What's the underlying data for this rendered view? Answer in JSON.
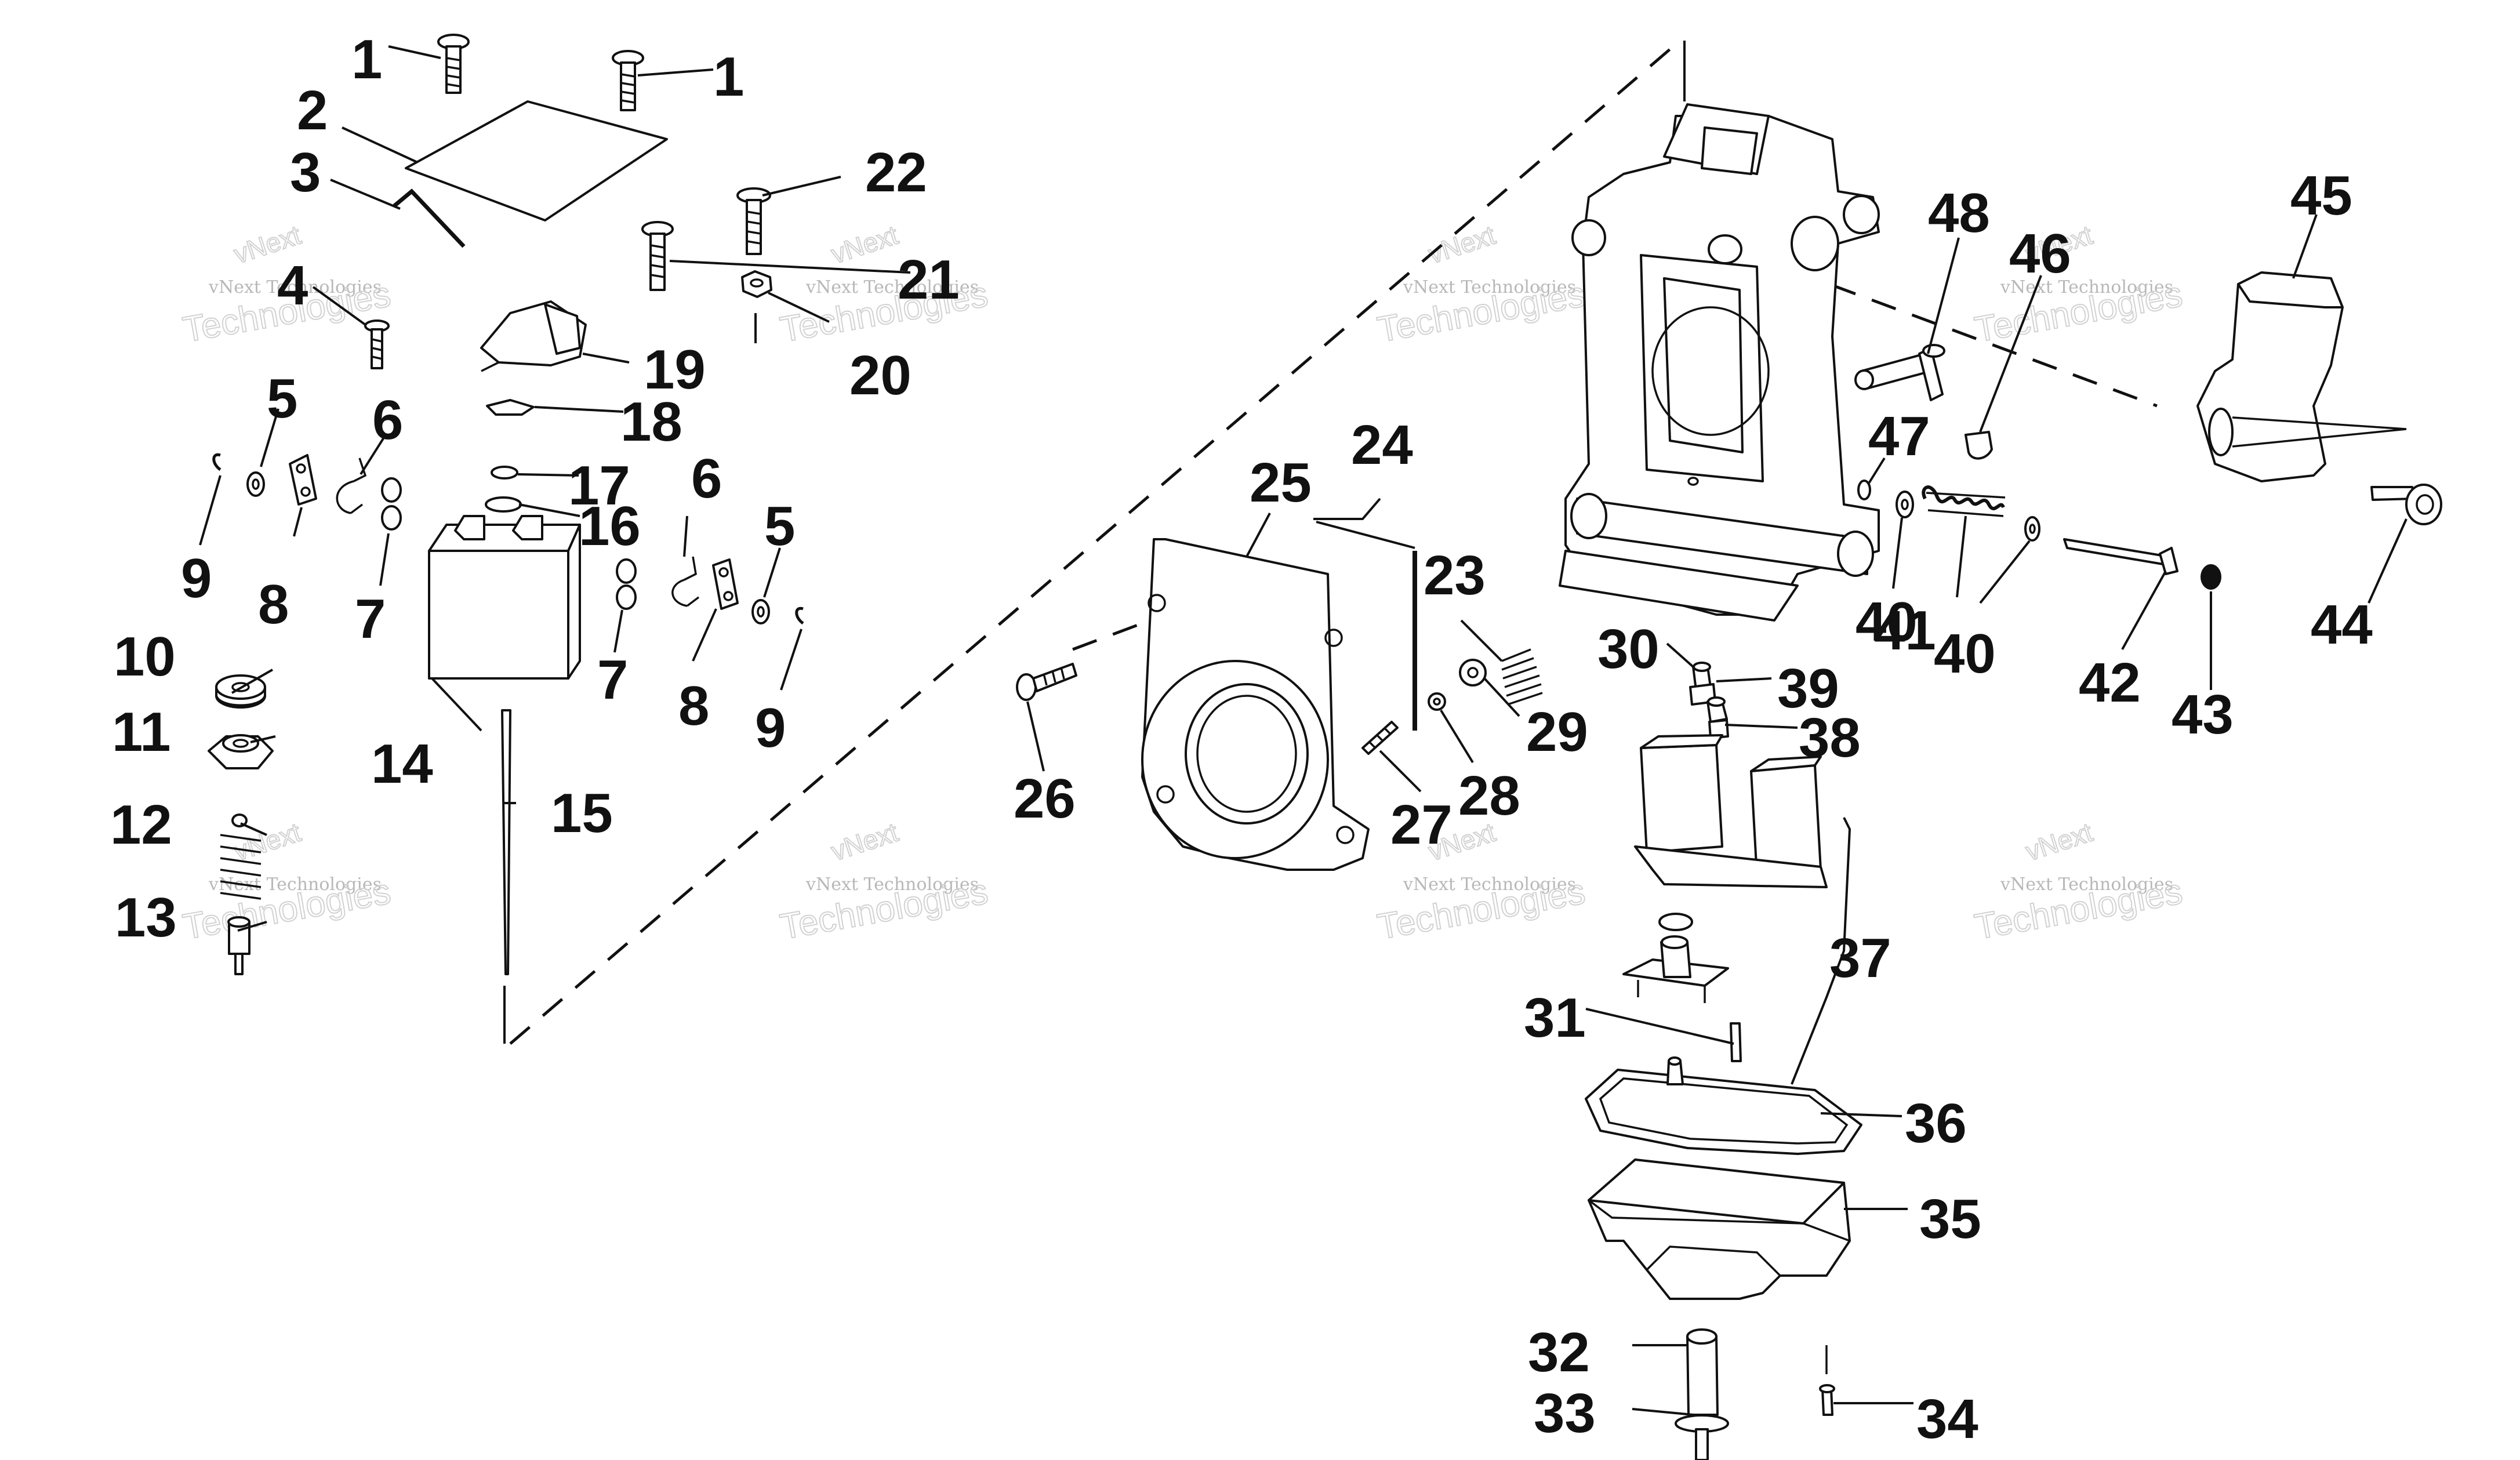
{
  "diagram": {
    "callouts": [
      {
        "id": "1a",
        "label": "1"
      },
      {
        "id": "1b",
        "label": "1"
      },
      {
        "id": "2",
        "label": "2"
      },
      {
        "id": "3",
        "label": "3"
      },
      {
        "id": "4",
        "label": "4"
      },
      {
        "id": "5a",
        "label": "5"
      },
      {
        "id": "5b",
        "label": "5"
      },
      {
        "id": "6a",
        "label": "6"
      },
      {
        "id": "6b",
        "label": "6"
      },
      {
        "id": "7a",
        "label": "7"
      },
      {
        "id": "7b",
        "label": "7"
      },
      {
        "id": "8a",
        "label": "8"
      },
      {
        "id": "8b",
        "label": "8"
      },
      {
        "id": "9a",
        "label": "9"
      },
      {
        "id": "9b",
        "label": "9"
      },
      {
        "id": "10",
        "label": "10"
      },
      {
        "id": "11",
        "label": "11"
      },
      {
        "id": "12",
        "label": "12"
      },
      {
        "id": "13",
        "label": "13"
      },
      {
        "id": "14",
        "label": "14"
      },
      {
        "id": "15",
        "label": "15"
      },
      {
        "id": "16",
        "label": "16"
      },
      {
        "id": "17",
        "label": "17"
      },
      {
        "id": "18",
        "label": "18"
      },
      {
        "id": "19",
        "label": "19"
      },
      {
        "id": "20",
        "label": "20"
      },
      {
        "id": "21",
        "label": "21"
      },
      {
        "id": "22",
        "label": "22"
      },
      {
        "id": "23",
        "label": "23"
      },
      {
        "id": "24",
        "label": "24"
      },
      {
        "id": "25",
        "label": "25"
      },
      {
        "id": "26",
        "label": "26"
      },
      {
        "id": "27",
        "label": "27"
      },
      {
        "id": "28",
        "label": "28"
      },
      {
        "id": "29",
        "label": "29"
      },
      {
        "id": "30",
        "label": "30"
      },
      {
        "id": "31",
        "label": "31"
      },
      {
        "id": "32",
        "label": "32"
      },
      {
        "id": "33",
        "label": "33"
      },
      {
        "id": "34",
        "label": "34"
      },
      {
        "id": "35",
        "label": "35"
      },
      {
        "id": "36",
        "label": "36"
      },
      {
        "id": "37",
        "label": "37"
      },
      {
        "id": "38",
        "label": "38"
      },
      {
        "id": "39",
        "label": "39"
      },
      {
        "id": "40a",
        "label": "40"
      },
      {
        "id": "40b",
        "label": "40"
      },
      {
        "id": "41",
        "label": "41"
      },
      {
        "id": "42",
        "label": "42"
      },
      {
        "id": "43",
        "label": "43"
      },
      {
        "id": "44",
        "label": "44"
      },
      {
        "id": "45",
        "label": "45"
      },
      {
        "id": "46",
        "label": "46"
      },
      {
        "id": "47",
        "label": "47"
      },
      {
        "id": "48",
        "label": "48"
      }
    ]
  },
  "watermark": {
    "brand": "vNext",
    "line1": "vNext Technologies",
    "line2": "Technologies"
  }
}
